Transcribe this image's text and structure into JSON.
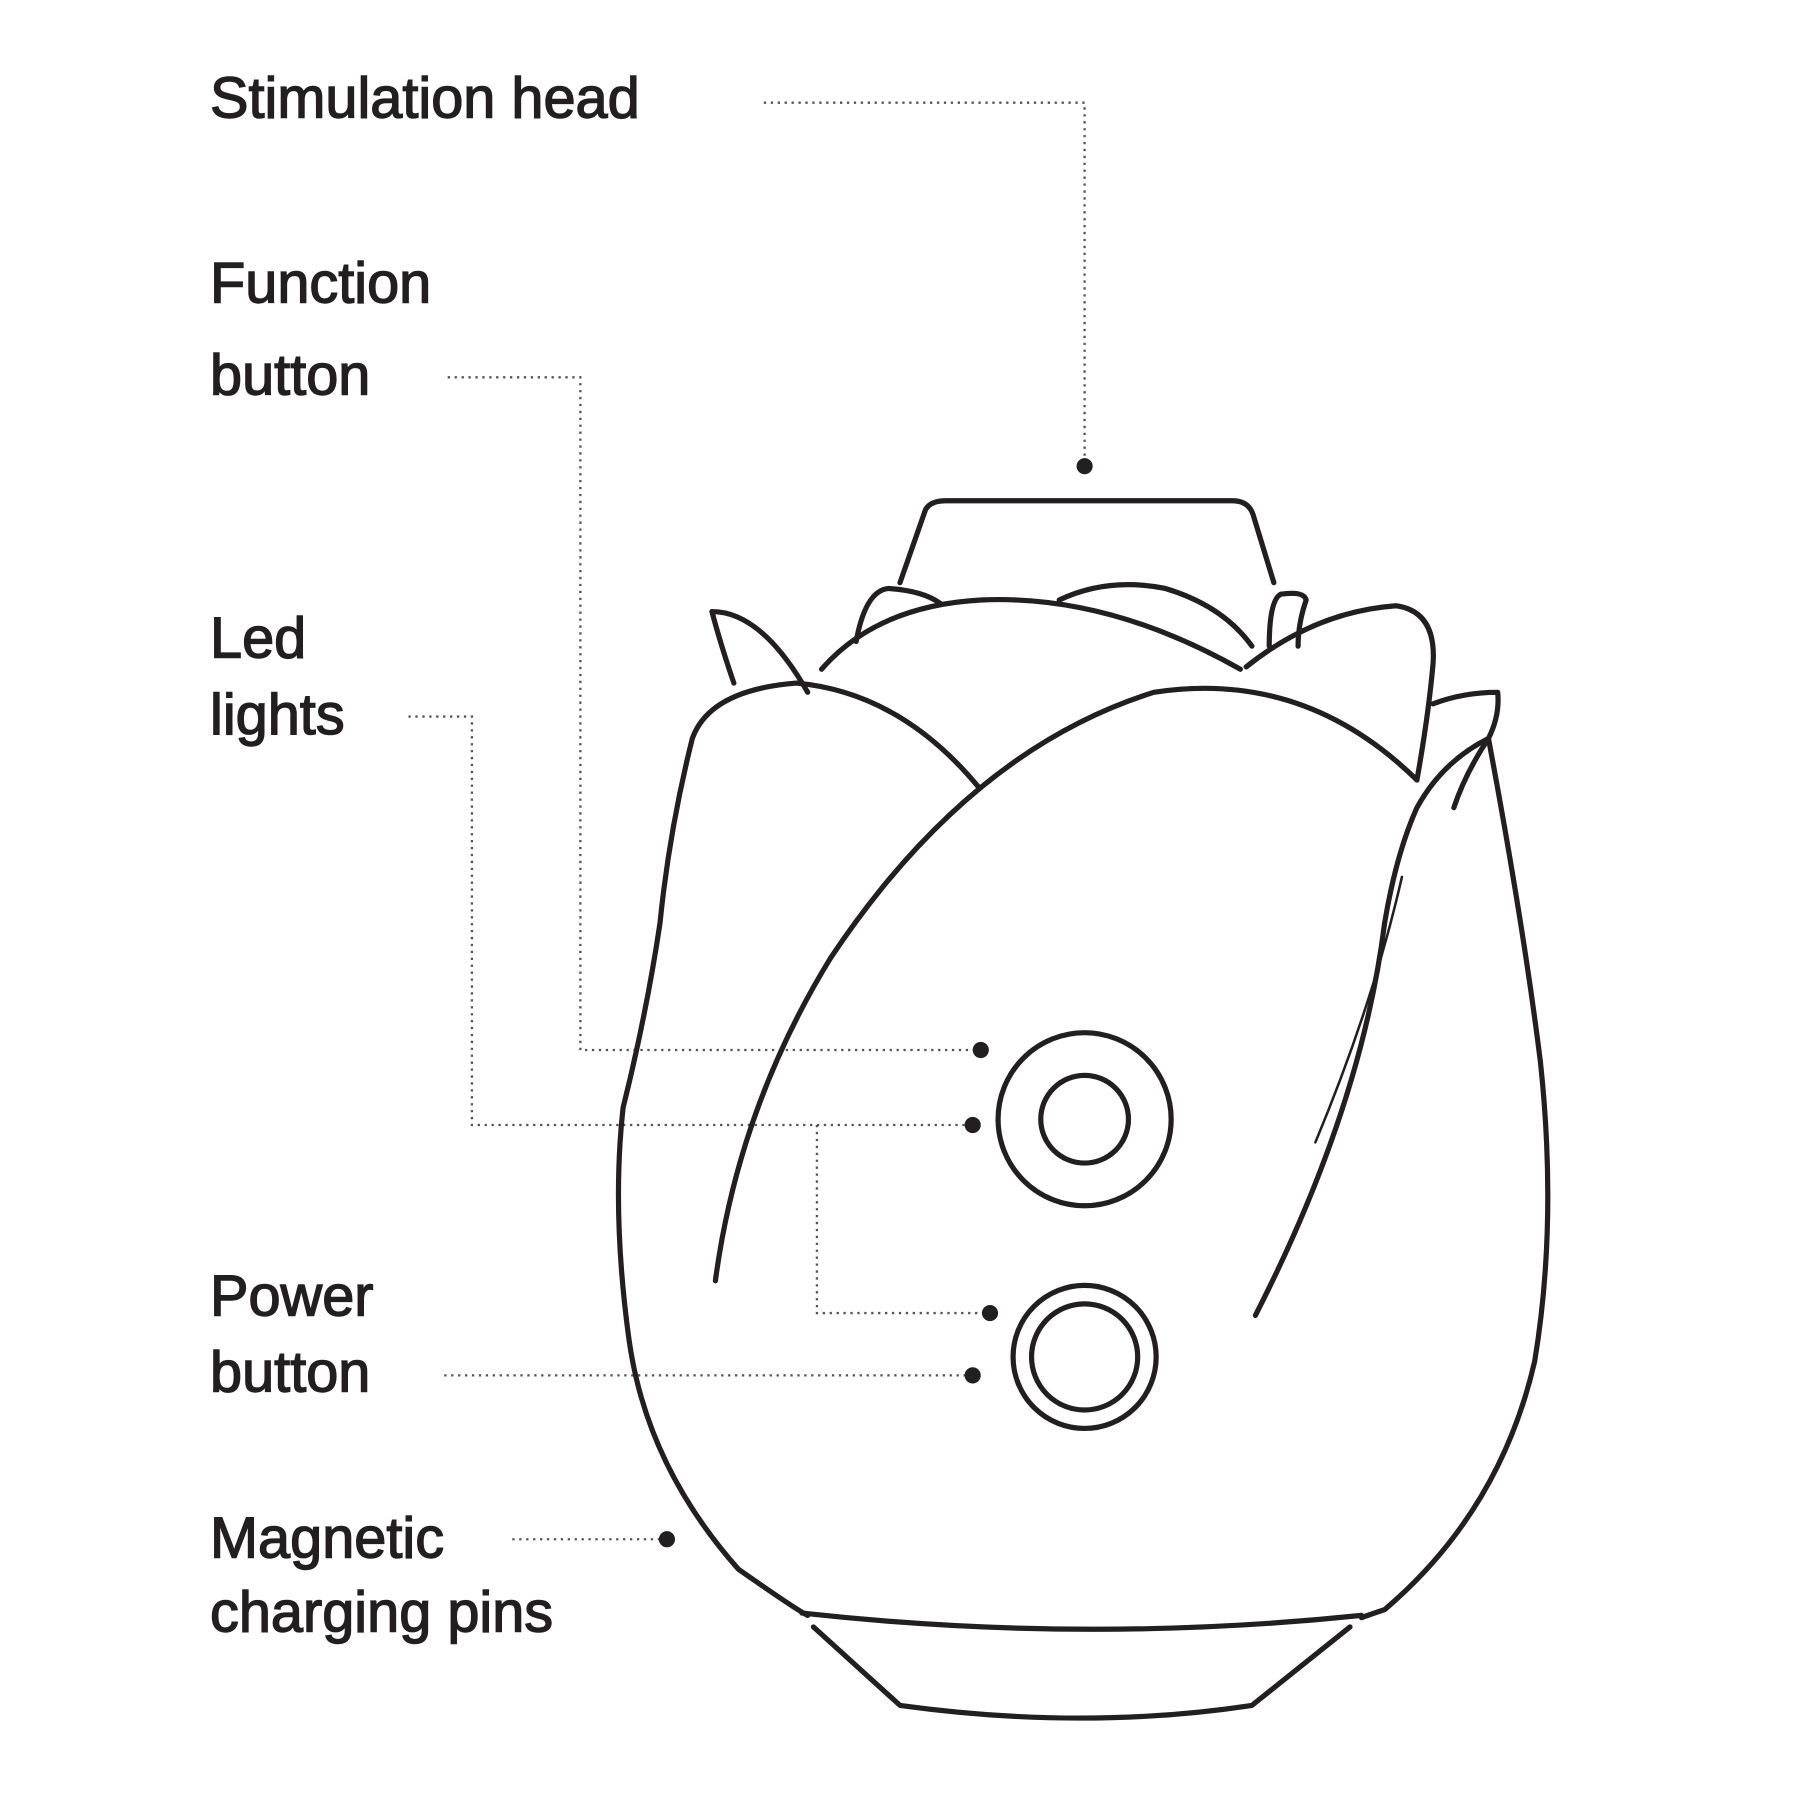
{
  "labels": {
    "stimulation_head": "Stimulation head",
    "function_button": [
      "Function",
      "button"
    ],
    "led_lights": [
      "Led",
      "lights"
    ],
    "power_button": [
      "Power",
      "button"
    ],
    "magnetic_charging_pins": [
      "Magnetic",
      "charging pins"
    ]
  },
  "colors": {
    "ink": "#231f20",
    "background": "#ffffff"
  }
}
